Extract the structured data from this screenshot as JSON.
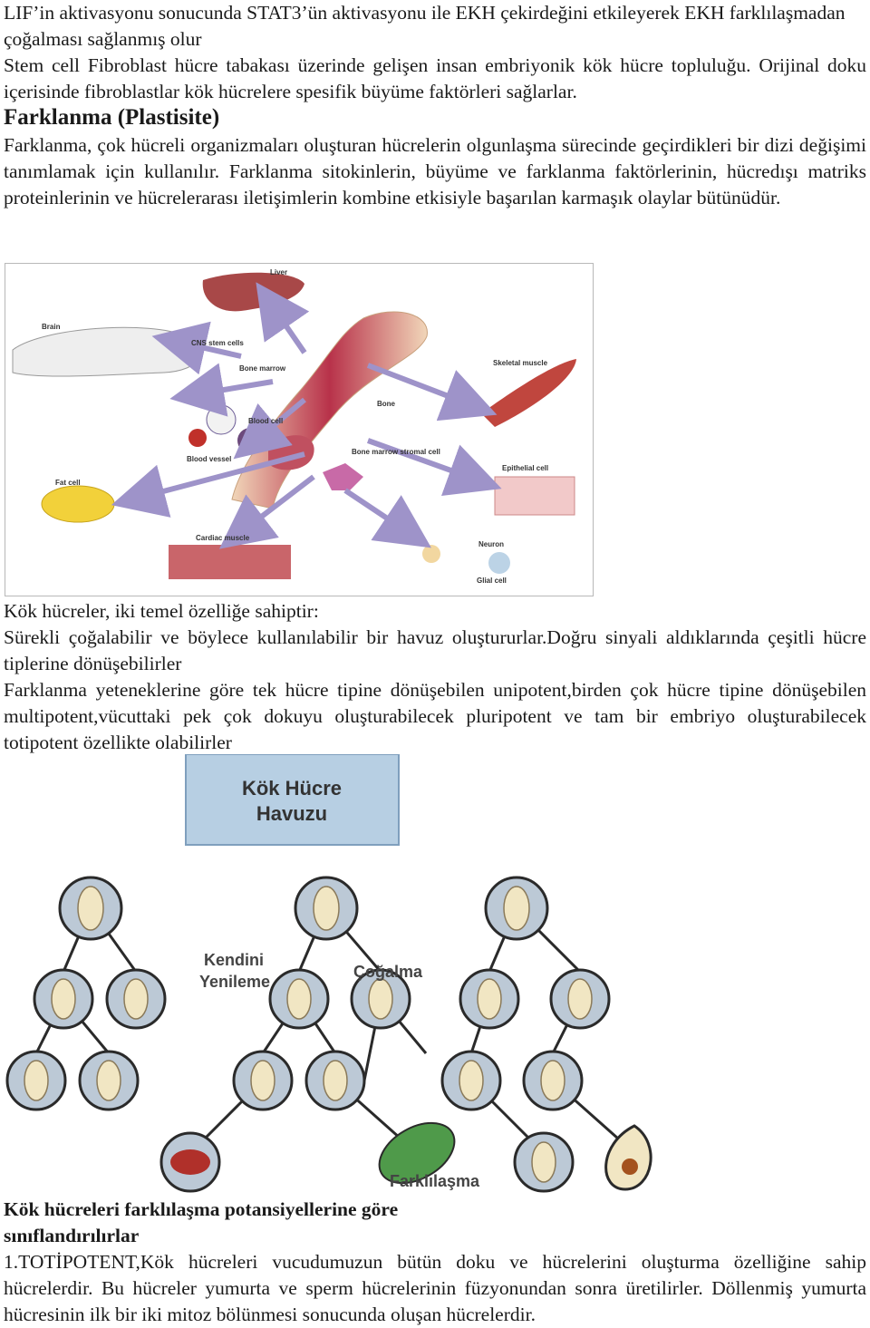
{
  "intro": {
    "line1": "LIF’in aktivasyonu sonucunda STAT3’ün aktivasyonu ile EKH çekirdeğini etkileyerek EKH farklılaşmadan çoğalması sağlanmış olur",
    "line2": "Stem cell  Fibroblast hücre tabakası üzerinde gelişen insan embriyonik kök hücre topluluğu. Orijinal doku içerisinde fibroblastlar kök hücrelere spesifik büyüme faktörleri sağlarlar."
  },
  "section1": {
    "heading": "Farklanma (Plastisite)",
    "body": "Farklanma, çok hücreli organizmaları oluşturan hücrelerin olgunlaşma sürecinde geçirdikleri bir dizi değişimi tanımlamak için kullanılır. Farklanma sitokinlerin, büyüme ve farklanma faktörlerinin, hücredışı matriks proteinlerinin ve hücrelerarası iletişimlerin kombine etkisiyle başarılan karmaşık olaylar bütünüdür."
  },
  "figure1": {
    "labels": {
      "liver": "Liver",
      "brain": "Brain",
      "cns": "CNS stem cells",
      "bone_marrow": "Bone marrow",
      "skeletal": "Skeletal muscle",
      "bone": "Bone",
      "blood_cell": "Blood cell",
      "blood_vessel": "Blood vessel",
      "stromal": "Bone marrow stromal cell",
      "epithelial": "Epithelial cell",
      "fat": "Fat cell",
      "cardiac": "Cardiac muscle",
      "neuron": "Neuron",
      "glial": "Glial cell"
    }
  },
  "properties": {
    "intro": "Kök hücreler, iki temel özelliğe sahiptir:",
    "line1": "Sürekli çoğalabilir ve böylece kullanılabilir bir havuz oluştururlar.Doğru sinyali aldıklarında çeşitli hücre tiplerine dönüşebilirler",
    "line2": "Farklanma  yeteneklerine göre tek hücre tipine dönüşebilen unipotent,birden çok hücre tipine dönüşebilen multipotent,vücuttaki pek çok dokuyu oluşturabilecek pluripotent ve tam bir embriyo oluşturabilecek totipotent özellikte olabilirler"
  },
  "figure2": {
    "pool_label_1": "Kök Hücre",
    "pool_label_2": "Havuzu",
    "self_renewal_1": "Kendini",
    "self_renewal_2": "Yenileme",
    "proliferation": "Çoğalma",
    "differentiation": "Farklılaşma",
    "colors": {
      "pool_box": "#b7cfe3",
      "cell_membrane": "#bcc9d6",
      "nucleus": "#f1e6c3",
      "red_cell": "#b0302a",
      "green_cell": "#4f9a4a"
    }
  },
  "section2": {
    "heading_1": "Kök hücreleri farklılaşma potansiyellerine göre",
    "heading_2": "sınıflandırılırlar",
    "body": "1.TOTİPOTENT,Kök hücreleri vucudumuzun bütün doku ve hücrelerini oluşturma özelliğine sahip hücrelerdir. Bu hücreler yumurta ve sperm hücrelerinin füzyonundan sonra üretilirler. Döllenmiş yumurta hücresinin ilk bir iki mitoz bölünmesi sonucunda oluşan hücrelerdir."
  }
}
